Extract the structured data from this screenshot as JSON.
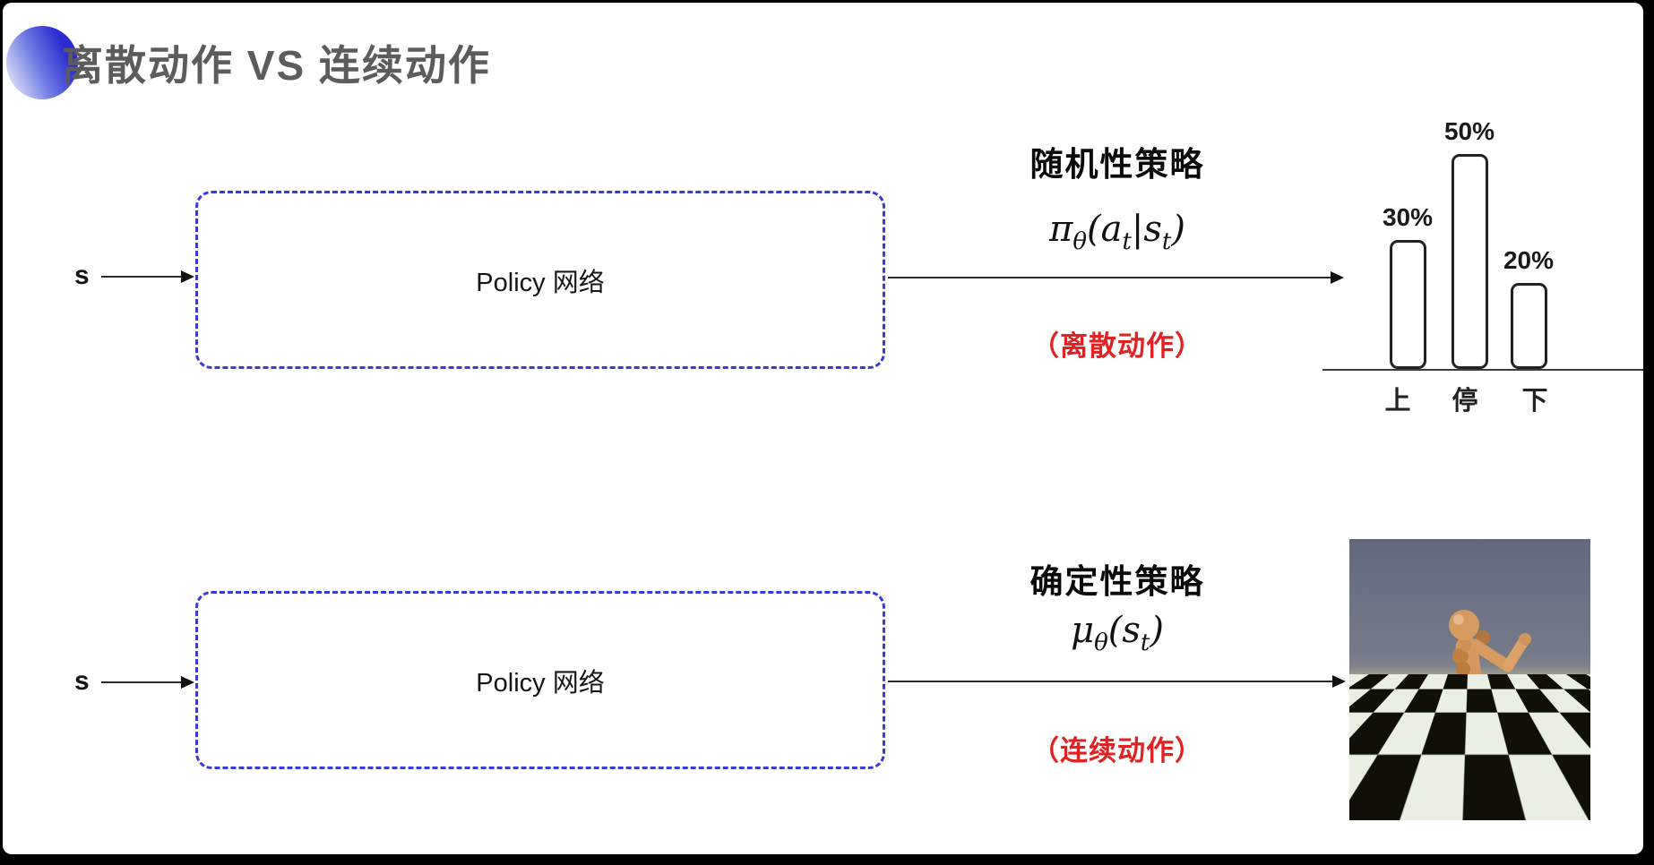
{
  "title": {
    "text": "离散动作 VS 连续动作"
  },
  "top_row": {
    "input_label": "s",
    "box_label": "Policy 网络",
    "policy_type": "随机性策略",
    "formula": {
      "base": "π",
      "base_sub": "θ",
      "lp": "(",
      "arg1": "a",
      "arg1_sub": "t",
      "bar": "|",
      "arg2": "s",
      "arg2_sub": "t",
      "rp": ")"
    },
    "action_note": "（离散动作）"
  },
  "bottom_row": {
    "input_label": "s",
    "box_label": "Policy 网络",
    "policy_type": "确定性策略",
    "formula": {
      "base": "μ",
      "base_sub": "θ",
      "lp": "(",
      "arg": "s",
      "arg_sub": "t",
      "rp": ")"
    },
    "action_note": "（连续动作）"
  },
  "chart_data": {
    "type": "bar",
    "categories": [
      "上",
      "停",
      "下"
    ],
    "values": [
      30,
      50,
      20
    ],
    "labels": [
      "30%",
      "50%",
      "20%"
    ],
    "title": "",
    "xlabel": "",
    "ylabel": "",
    "ylim": [
      0,
      60
    ],
    "grid": false,
    "legend": "none"
  },
  "colors": {
    "accent_blue": "#3a3ad8",
    "note_red": "#e02222",
    "line_black": "#1a1a1a"
  },
  "sim_image": {
    "description": "MuJoCo humanoid running on checkerboard floor"
  }
}
